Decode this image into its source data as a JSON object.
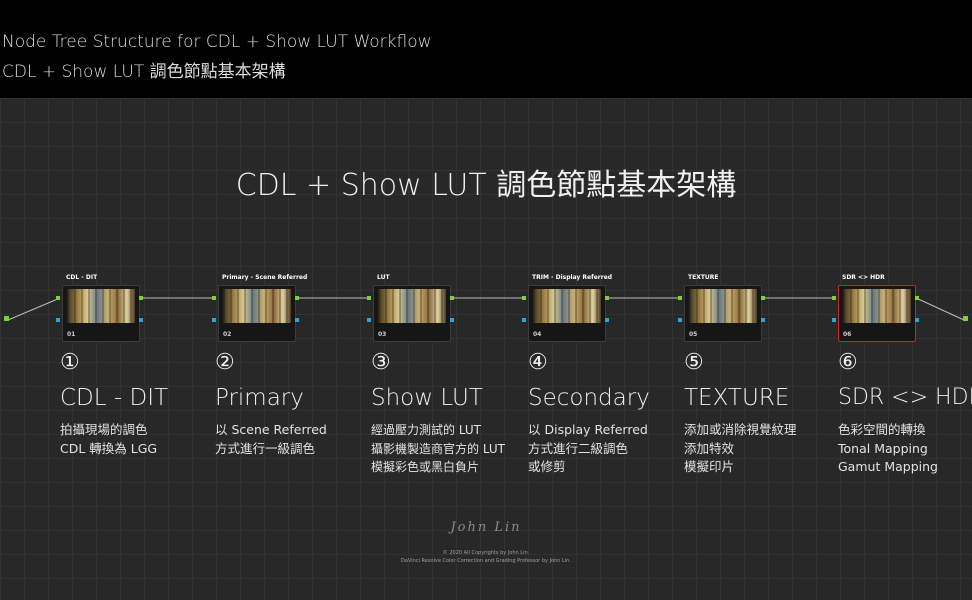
{
  "header": {
    "title_en": "Node Tree Structure for CDL + Show LUT Workflow",
    "title_zh": "CDL + Show LUT 調色節點基本架構"
  },
  "main_title": "CDL + Show LUT 調色節點基本架構",
  "nodes": [
    {
      "label": "CDL - DIT",
      "number": "01",
      "selected": false
    },
    {
      "label": "Primary - Scene Referred",
      "number": "02",
      "selected": false
    },
    {
      "label": "LUT",
      "number": "03",
      "selected": false
    },
    {
      "label": "TRIM - Display Referred",
      "number": "04",
      "selected": false
    },
    {
      "label": "TEXTURE",
      "number": "05",
      "selected": false
    },
    {
      "label": "SDR <> HDR",
      "number": "06",
      "selected": true
    }
  ],
  "stages": [
    {
      "circle": "①",
      "title": "CDL - DIT",
      "lines": [
        "拍攝現場的調色",
        "CDL 轉換為 LGG"
      ]
    },
    {
      "circle": "②",
      "title": "Primary",
      "lines": [
        "以 Scene Referred",
        "方式進行一級調色"
      ]
    },
    {
      "circle": "③",
      "title": "Show LUT",
      "lines": [
        "經過壓力測試的 LUT",
        "攝影機製造商官方的 LUT",
        "模擬彩色或黑白負片"
      ]
    },
    {
      "circle": "④",
      "title": "Secondary",
      "lines": [
        "以 Display Referred",
        "方式進行二級調色",
        "或修剪"
      ]
    },
    {
      "circle": "⑤",
      "title": "TEXTURE",
      "lines": [
        "添加或消除視覺紋理",
        "添加特效",
        "模擬印片"
      ]
    },
    {
      "circle": "⑥",
      "title": "SDR <> HDR",
      "lines": [
        "色彩空間的轉換",
        "Tonal Mapping",
        "Gamut Mapping"
      ]
    }
  ],
  "footer": {
    "signature": "John Lin",
    "copyright": "© 2020 All Copyrights by John Lin.",
    "credit": "DaVinci Resolve Color Correction and Grading Professor by John Lin."
  },
  "colors": {
    "connector_green": "#7bd33a",
    "connector_blue": "#2aa6d8",
    "selected_border": "#c0282c"
  }
}
